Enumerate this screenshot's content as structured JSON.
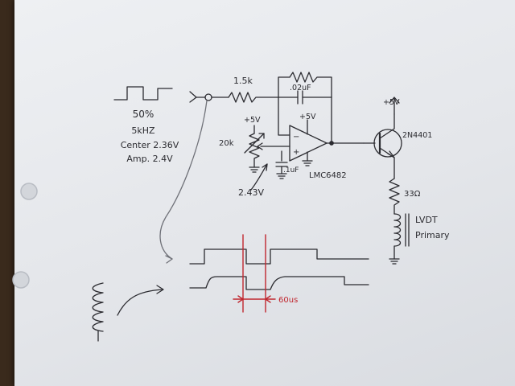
{
  "input_waveform": {
    "duty": "50%",
    "frequency": "5kHZ",
    "center": "Center 2.36V",
    "amplitude": "Amp. 2.4V"
  },
  "components": {
    "input_resistor": "1.5k",
    "feedback_capacitor": ".02uF",
    "op_amp_supply": "+5V",
    "op_amp": "LMC6482",
    "pot_supply": "+5V",
    "potentiometer": "20k",
    "pot_output": "2.43V",
    "bypass_capacitor": ".1uF",
    "transistor_supply": "+5V",
    "transistor": "2N4401",
    "emitter_resistor": "33Ω",
    "lvdt_label_line1": "LVDT",
    "lvdt_label_line2": "Primary"
  },
  "scope": {
    "interval": "60us"
  },
  "colors": {
    "ink": "#2b2b30",
    "pencil": "#8a8c93",
    "red_pen": "#c0262e",
    "paper": "#e6e8ec"
  }
}
